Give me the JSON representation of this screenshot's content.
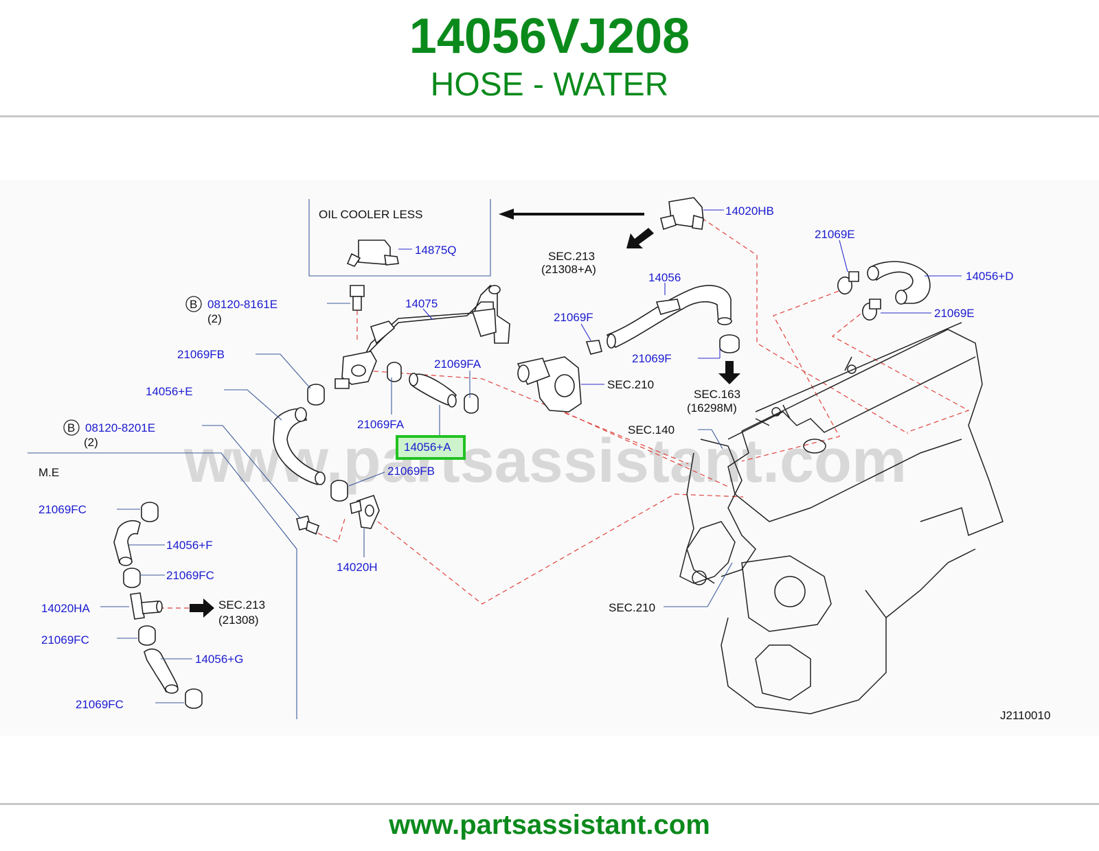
{
  "header": {
    "part_number": "14056VJ208",
    "description": "HOSE - WATER"
  },
  "footer": {
    "url": "www.partsassistant.com"
  },
  "watermark": "www.partsassistant.com",
  "colors": {
    "title_green": "#0b8a1c",
    "label_blue": "#1a1ad0",
    "callout_red": "#e0403a",
    "highlight_green": "#22c222"
  },
  "diagram": {
    "box_text": "OIL   COOLER   LESS",
    "labels": {
      "p14020HB": "14020HB",
      "p21069E_top": "21069E",
      "p14875Q": "14875Q",
      "p14056D": "14056+D",
      "p21069E_right": "21069E",
      "sec213a_1": "SEC.213",
      "sec213a_2": "(21308+A)",
      "p14056": "14056",
      "bolt1": "08120-8161E",
      "bolt1_qty": "(2)",
      "p14075": "14075",
      "p21069F_a": "21069F",
      "p21069F_b": "21069F",
      "p21069FB_a": "21069FB",
      "p21069FA_a": "21069FA",
      "sec210_a": "SEC.210",
      "p14056E": "14056+E",
      "sec163_1": "SEC.163",
      "sec163_2": "(16298M)",
      "p21069FA_b": "21069FA",
      "bolt2": "08120-8201E",
      "bolt2_qty": "(2)",
      "sec140": "SEC.140",
      "p14056A": "14056+A",
      "me": "M.E",
      "p21069FB_b": "21069FB",
      "p21069FC_a": "21069FC",
      "p14056F": "14056+F",
      "p21069FC_b": "21069FC",
      "p14020H": "14020H",
      "p14020HA": "14020HA",
      "sec213b_1": "SEC.213",
      "sec213b_2": "(21308)",
      "sec210_b": "SEC.210",
      "p21069FC_c": "21069FC",
      "p14056G": "14056+G",
      "p21069FC_d": "21069FC",
      "drawing_no": "J2110010",
      "b_marker_1": "B",
      "b_marker_2": "B"
    }
  }
}
